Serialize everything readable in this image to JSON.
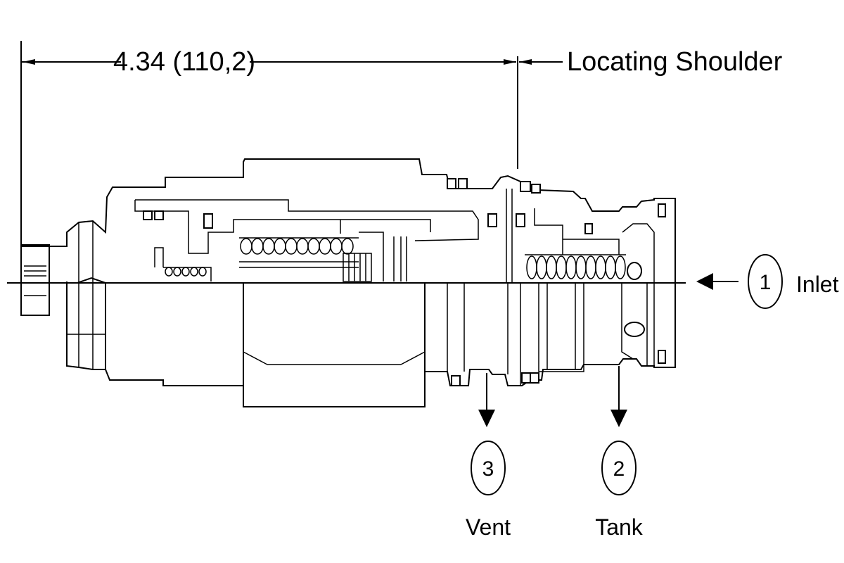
{
  "dimension": {
    "label": "4.34 (110,2)"
  },
  "callouts": {
    "locating_shoulder": "Locating Shoulder"
  },
  "ports": [
    {
      "number": "1",
      "name": "Inlet"
    },
    {
      "number": "2",
      "name": "Tank"
    },
    {
      "number": "3",
      "name": "Vent"
    }
  ],
  "colors": {
    "line": "#000000",
    "background": "#ffffff"
  }
}
